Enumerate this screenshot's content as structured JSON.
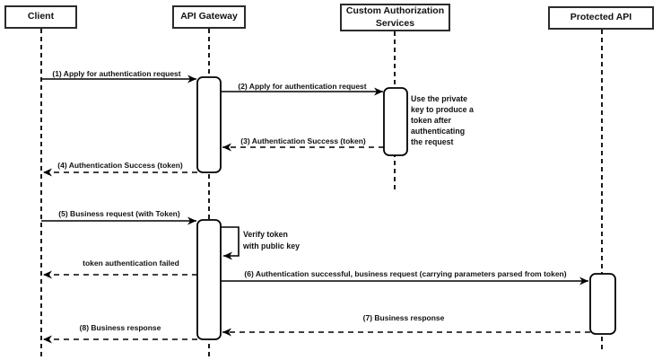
{
  "participants": {
    "client": "Client",
    "api_gateway": "API Gateway",
    "custom_auth": "Custom Authorization\nServices",
    "protected_api": "Protected API"
  },
  "messages": {
    "m1": "(1) Apply for authentication request",
    "m2": "(2) Apply for authentication request",
    "m3": "(3) Authentication Success (token)",
    "m4": "(4) Authentication Success (token)",
    "m5": "(5) Business request (with Token)",
    "token_failed": "token authentication failed",
    "m6": "(6) Authentication successful, business request (carrying parameters parsed from token)",
    "m7": "(7) Business response",
    "m8": "(8) Business response"
  },
  "notes": {
    "use_private_key": "Use the private\nkey to produce a\ntoken after\nauthenticating\nthe request",
    "verify_token": "Verify token\nwith public key"
  },
  "colors": {
    "line": "#000000",
    "box_border": "#2b2b2b",
    "box_fill": "#ffffff",
    "background": "#ffffff",
    "text": "#111111"
  }
}
